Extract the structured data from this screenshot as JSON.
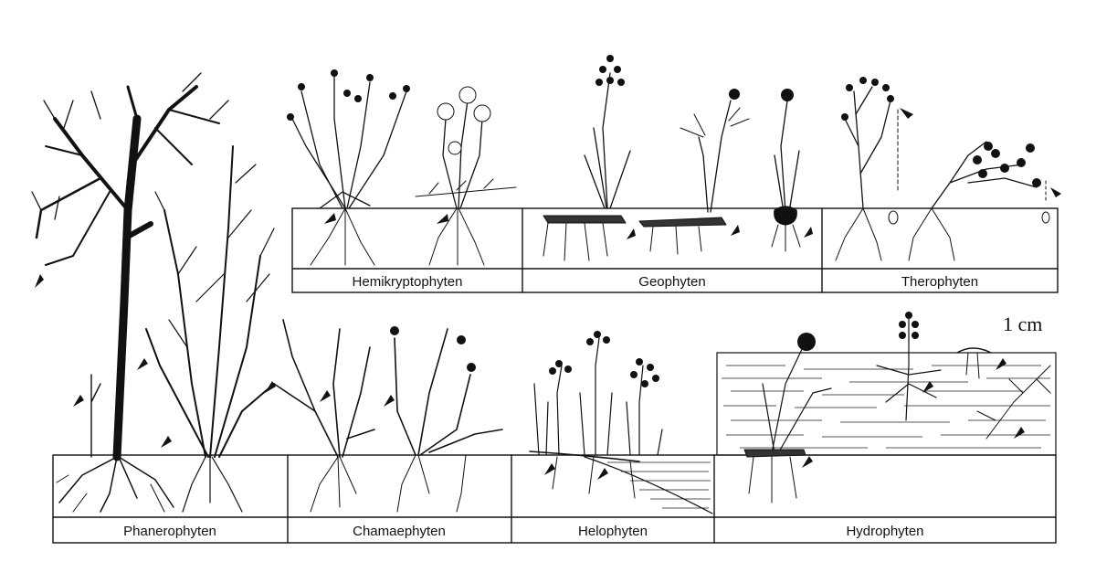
{
  "diagram": {
    "scale_label": "1 cm",
    "groups": [
      {
        "id": "hemikryptophyten",
        "label": "Hemikryptophyten"
      },
      {
        "id": "geophyten",
        "label": "Geophyten"
      },
      {
        "id": "therophyten",
        "label": "Therophyten"
      },
      {
        "id": "phanerophyten",
        "label": "Phanerophyten"
      },
      {
        "id": "chamaephyten",
        "label": "Chamaephyten"
      },
      {
        "id": "helophyten",
        "label": "Helophyten"
      },
      {
        "id": "hydrophyten",
        "label": "Hydrophyten"
      }
    ]
  }
}
